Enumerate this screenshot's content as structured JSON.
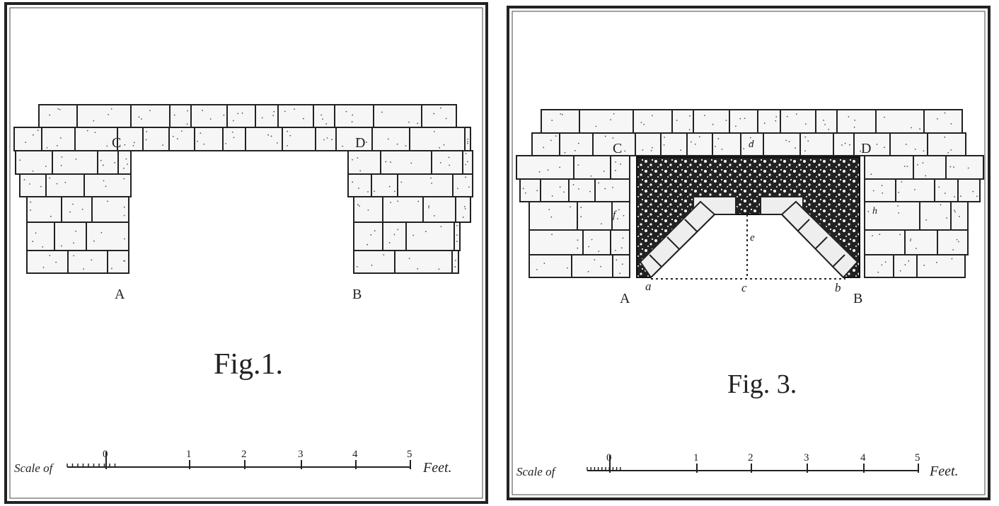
{
  "figures": [
    {
      "title": "Fig.1.",
      "point_labels": {
        "C": "C",
        "D": "D",
        "A": "A",
        "B": "B"
      },
      "scale": {
        "prefix": "Scale of",
        "unit": "Feet.",
        "ticks": [
          "0",
          "1",
          "2",
          "3",
          "4",
          "5"
        ]
      }
    },
    {
      "title": "Fig. 3.",
      "point_labels": {
        "C": "C",
        "D": "D",
        "A": "A",
        "B": "B",
        "a": "a",
        "b": "b",
        "c": "c",
        "d": "d",
        "e": "e",
        "f": "f",
        "h": "h"
      },
      "scale": {
        "prefix": "Scale of",
        "unit": "Feet.",
        "ticks": [
          "0",
          "1",
          "2",
          "3",
          "4",
          "5"
        ]
      }
    }
  ],
  "colors": {
    "ink": "#1e1e1e",
    "paper": "#ffffff",
    "fill": "#2a2a2a"
  }
}
